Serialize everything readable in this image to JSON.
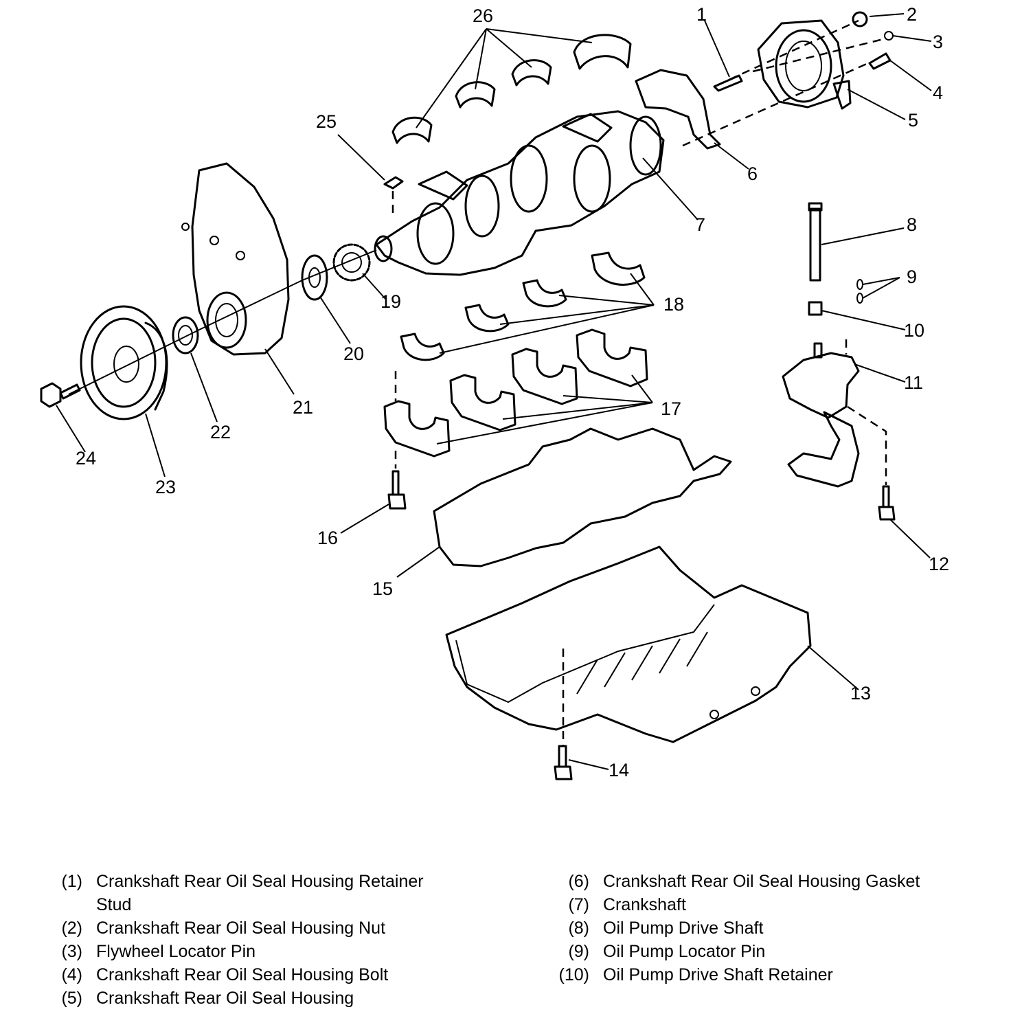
{
  "callouts": {
    "c1": "1",
    "c2": "2",
    "c3": "3",
    "c4": "4",
    "c5": "5",
    "c6": "6",
    "c7": "7",
    "c8": "8",
    "c9": "9",
    "c10": "10",
    "c11": "11",
    "c12": "12",
    "c13": "13",
    "c14": "14",
    "c15": "15",
    "c16": "16",
    "c17": "17",
    "c18": "18",
    "c19": "19",
    "c20": "20",
    "c21": "21",
    "c22": "22",
    "c23": "23",
    "c24": "24",
    "c25": "25",
    "c26": "26"
  },
  "legend": {
    "left": [
      {
        "num": "(1)",
        "text": "Crankshaft Rear Oil Seal Housing Retainer Stud"
      },
      {
        "num": "(2)",
        "text": "Crankshaft Rear Oil Seal Housing Nut"
      },
      {
        "num": "(3)",
        "text": "Flywheel Locator Pin"
      },
      {
        "num": "(4)",
        "text": "Crankshaft Rear Oil Seal Housing Bolt"
      },
      {
        "num": "(5)",
        "text": "Crankshaft Rear Oil Seal Housing"
      }
    ],
    "right": [
      {
        "num": "(6)",
        "text": "Crankshaft Rear Oil Seal Housing Gasket"
      },
      {
        "num": "(7)",
        "text": "Crankshaft"
      },
      {
        "num": "(8)",
        "text": "Oil Pump Drive Shaft"
      },
      {
        "num": "(9)",
        "text": "Oil Pump Locator Pin"
      },
      {
        "num": "(10)",
        "text": "Oil Pump Drive Shaft Retainer"
      }
    ]
  }
}
